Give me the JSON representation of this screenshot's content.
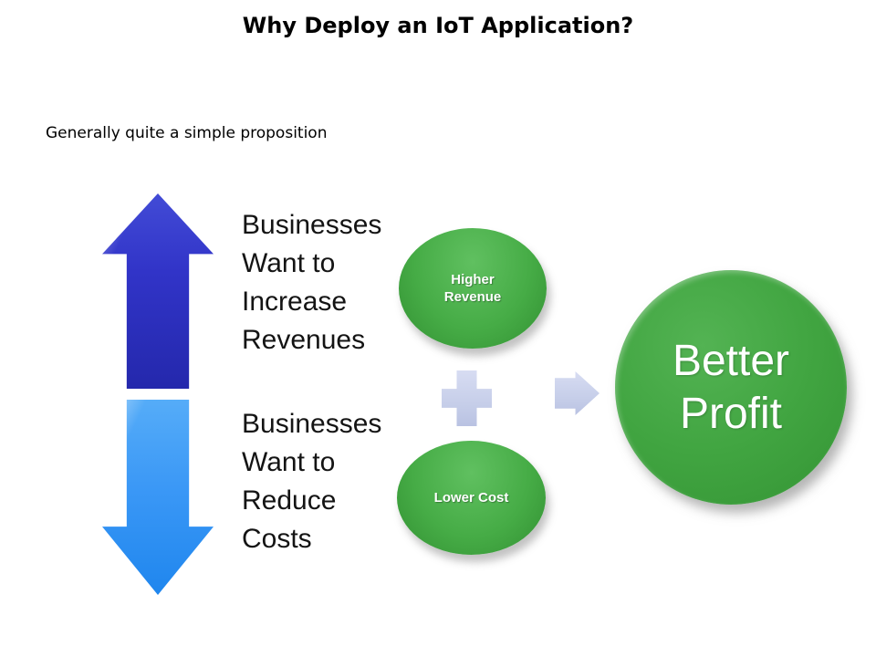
{
  "slide": {
    "title": "Why Deploy an IoT Application?",
    "subtitle": "Generally quite a simple proposition",
    "background_color": "#FFFFFF"
  },
  "labels": {
    "increase": {
      "lines": [
        "Businesses",
        "Want to",
        "Increase",
        "Revenues"
      ]
    },
    "reduce": {
      "lines": [
        "Businesses",
        "Want to",
        "Reduce",
        "Costs"
      ]
    }
  },
  "icons": {
    "up_arrow": {
      "name": "up-arrow-icon",
      "color": "#3134C8"
    },
    "down_arrow": {
      "name": "down-arrow-icon",
      "color": "#3B98F6"
    },
    "plus": {
      "name": "plus-icon",
      "color": "#C9D1EC"
    },
    "right_arrow": {
      "name": "right-arrow-icon",
      "color": "#C9D1EC"
    }
  },
  "bubbles": {
    "higher_revenue": {
      "lines": [
        "Higher",
        "Revenue"
      ],
      "color": "#41A541"
    },
    "lower_cost": {
      "label": "Lower Cost",
      "color": "#41A541"
    },
    "better_profit": {
      "lines": [
        "Better",
        "Profit"
      ],
      "color": "#3EA33E"
    }
  }
}
